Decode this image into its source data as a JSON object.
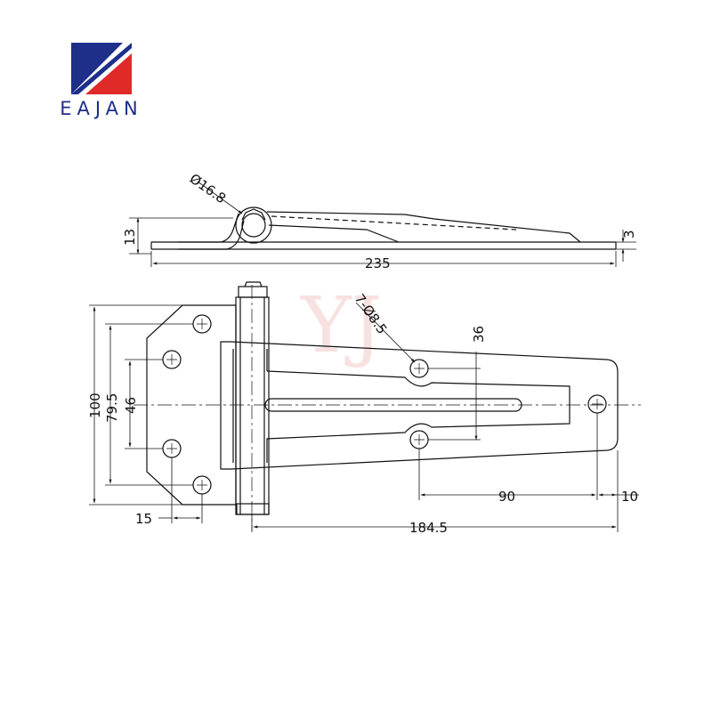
{
  "brand": {
    "name": "EAJAN",
    "colors": {
      "blue": "#1e2f8a",
      "red": "#e02a2a"
    }
  },
  "watermark": "YJ",
  "dimensions": {
    "pin_diameter": "Ø16.8",
    "thickness_total": "13",
    "plate_thickness": "3",
    "overall_length": "235",
    "holes": "7-Ø8.5",
    "slot_hole_spacing": "36",
    "leaf_height": "100",
    "outer_hole_spacing": "79.5",
    "inner_hole_spacing": "46",
    "hole_offset": "15",
    "hole_distance": "90",
    "end_offset": "10",
    "leaf_length": "184.5"
  }
}
